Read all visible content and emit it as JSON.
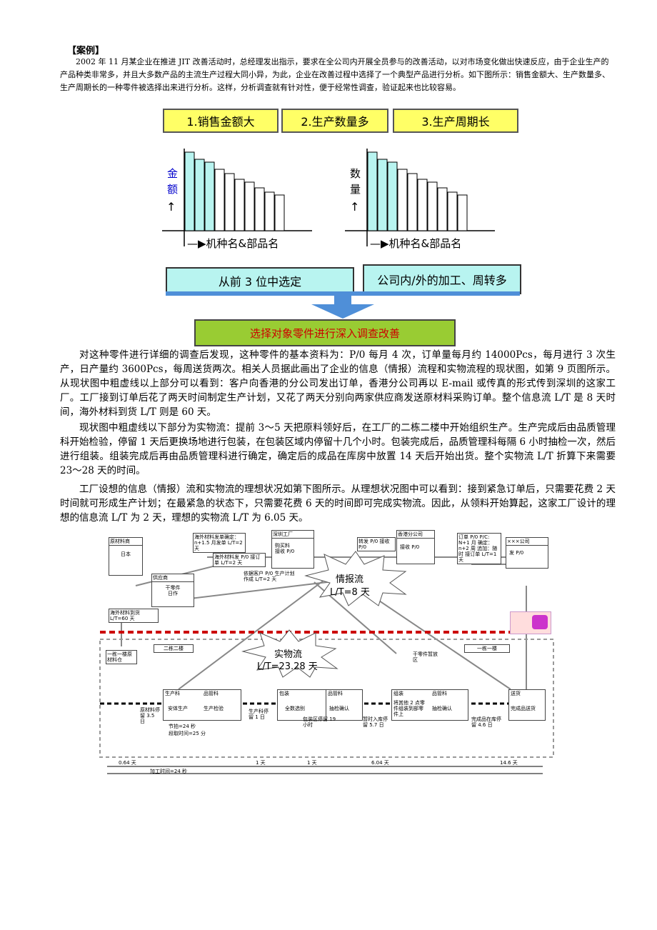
{
  "heading": "【案例】",
  "intro": "2002 年 11 月某企业在推进 JIT 改善活动时，总经理发出指示，要求在全公司内开展全员参与的改善活动，以对市场变化做出快速反应，由于企业生产的产品种类非常多，并且大多数产品的主流生产过程大同小异，为此，企业在改善过程中选择了一个典型产品进行分析。如下图所示：销售金额大、生产数量多、生产周期长的一种零件被选择出来进行分析。这样，分析调查就有针对性，便于经常性调查，验证起来也比较容易。",
  "figure1": {
    "criteria": [
      "1.销售金额大",
      "2.生产数量多",
      "3.生产周期长"
    ],
    "left_ylabel": [
      "金",
      "额"
    ],
    "right_ylabel": [
      "数",
      "量"
    ],
    "xlabel": "机种名&部品名",
    "select_top3": "从前 3 位中选定",
    "many_processes": "公司内/外的加工、周转多",
    "result": "选择对象零件进行深入调查改善"
  },
  "paragraphs": [
    "对这种零件进行详细的调查后发现，这种零件的基本资料为：P/0 每月 4 次，订单量每月约 14000Pcs，每月进行 3 次生产，日产量约 3600Pcs，每周送货两次。相关人员据此画出了企业的信息（情报）流程和实物流程的现状图，如第 9 页图所示。从现状图中粗虚线以上部分可以看到：客户向香港的分公司发出订单，香港分公司再以 E-mail 或传真的形式传到深圳的这家工厂。工厂接到订单后花了两天时间制定生产计划，又花了两天分别向两家供应商发送原材料采购订单。整个信息流 L/T 是 8 天时间，海外材料到货 L/T 则是 60 天。",
    "现状图中粗虚线以下部分为实物流：提前 3～5 天把原料领好后，在工厂的二栋二楼中开始组织生产。生产完成后由品质管理科开始检验，停留 1 天后更换场地进行包装，在包装区域内停留十几个小时。包装完成后，品质管理科每隔 6 小时抽检一次，然后进行组装。组装完成后再由品质管理科进行确定，确定后的成品在库房中放置 14 天后开始出货。整个实物流 L/T 折算下来需要 23～28 天的时间。",
    "工厂设想的信息（情报）流和实物流的理想状况如第下图所示。从理想状况图中可以看到：接到紧急订单后，只需要花费 2 天时间就可形成生产计划；在最紧急的状态下，只需要花费 6 天的时间即可完成实物流。因此，从领料开始算起，这家工厂设计的理想的信息流 L/T 为 2 天，理想的实物流 L/T 为 6.05 天。"
  ],
  "vsm": {
    "raw_supplier": "原材料商",
    "japan": "日本",
    "overseas_order": "海外材料发单确定：n+1.5 月发单 L/T=2 天",
    "overseas_order2": "海外材料发 P/0 接订单 L/T=2 天",
    "deep_factory": "深圳工厂",
    "purchase": "购买料",
    "receive_po": "接收 P/0",
    "transfer_po": "转发 P/0 接收 P/0",
    "hk_company": "香港分公司",
    "hk_receive": "接收 P/0",
    "customer_order": "订单 P/0 P/C: N+1 月 确定：n+2 周 追加：随时 接订单 L/T=1 天",
    "customer": "×××公司",
    "send_po": "发 P/0",
    "supplier": "供应商",
    "parts": "干零件",
    "parts2": "日作",
    "plan": "依据客户 P/0 生产计划作成 L/T=2 天",
    "info_flow": "情报流",
    "info_lt": "L/T=8 天",
    "overseas_lt": "海外材料到货 L/T=60 天",
    "building22": "二栋二楼",
    "building21": "一栋一楼",
    "material_flow": "实物流",
    "material_lt": "L/T=23.28 天",
    "raw_store": "一栋一楼原材料仓",
    "parts_area": "干零件暂放区",
    "prod": "生产科",
    "qc": "品管科",
    "qc2": "品管科",
    "qc3": "品管科",
    "pack": "包装",
    "assy": "组装",
    "ship": "送货",
    "step1": "安体生产",
    "step2": "生产检验",
    "step3": "全数选别",
    "step4": "抽检确认",
    "step5": "将其他 2 点零件组装到部零件上",
    "step6": "抽检确认",
    "step7": "完成品送货",
    "raw_stay": "原材料停留 3.5 日",
    "beat": "节拍=24 秒",
    "changeover": "段取时间=25 分",
    "prod_stay": "生产科停留 1 日",
    "pack_stay": "包装区停留 19 小时",
    "wait_stay": "暂时入库停留 5.7 日",
    "fin_stay": "完成品在库停留 4.6 日",
    "timeline": [
      "0.64 天",
      "1 天",
      "1 天",
      "6.04 天",
      "14.6 天"
    ],
    "proc_time": "加工时间=24 秒"
  },
  "colors": {
    "yellow_box": "#ffff66",
    "cyan_box": "#b8f4f0",
    "green_box": "#99cc33",
    "red_text": "#cc0000",
    "dashed_red": "#cc0000",
    "bar_fill": "#b8f4f0"
  }
}
